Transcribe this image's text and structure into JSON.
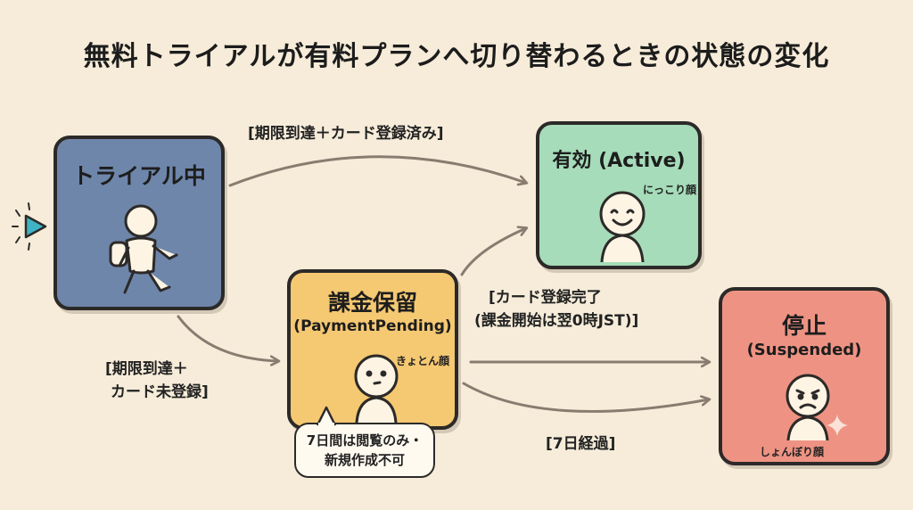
{
  "title": "無料トライアルが有料プランへ切り替わるときの状態の変化",
  "states": {
    "trial": {
      "name": "トライアル中",
      "color": "#6f86ab"
    },
    "pending": {
      "name": "課金保留",
      "sub": "(PaymentPending)",
      "face_label": "きょとん顔",
      "color": "#f5c872"
    },
    "active": {
      "name": "有効 (Active)",
      "face_label": "にっこり顔",
      "color": "#a6dcb9"
    },
    "suspended": {
      "name": "停止",
      "sub": "(Suspended)",
      "face_label": "しょんぼり顔",
      "color": "#ee9383"
    }
  },
  "edges": {
    "trial_to_active": "[期限到達＋カード登録済み]",
    "trial_to_pending_line1": "[期限到達＋",
    "trial_to_pending_line2": "カード未登録]",
    "pending_to_active_line1": "[カード登録完了",
    "pending_to_active_line2": "(課金開始は翌0時JST)]",
    "pending_to_suspended": "[7日経過]"
  },
  "note": {
    "line1": "7日間は閲覧のみ・",
    "line2": "新規作成不可"
  },
  "colors": {
    "background": "#f6ecd9",
    "arrow": "#8a7b70",
    "outline": "#2c2a28",
    "start_marker": "#3fb3c4"
  },
  "icons": [
    "start-play-icon",
    "walking-person-icon",
    "curious-face-icon",
    "smiling-face-icon",
    "sad-face-icon",
    "sparkle-icon"
  ]
}
